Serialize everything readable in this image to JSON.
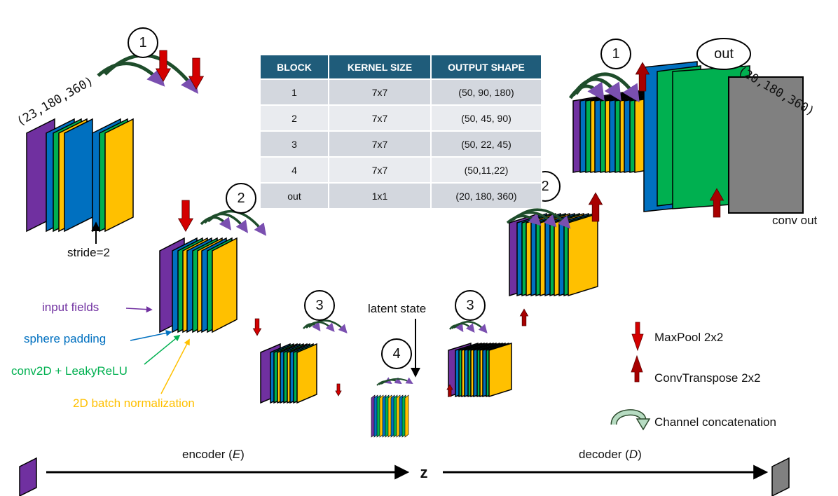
{
  "colors": {
    "input": "#7030a0",
    "padding": "#0070c0",
    "conv": "#00b050",
    "batchnorm": "#ffc000",
    "output": "#808080",
    "arrow_red": "#d40000",
    "concat_green": "#1e4d2b",
    "table_header": "#1f5c7a"
  },
  "table": {
    "headers": [
      "BLOCK",
      "KERNEL SIZE",
      "OUTPUT SHAPE"
    ],
    "rows": [
      [
        "1",
        "7x7",
        "(50, 90, 180)"
      ],
      [
        "2",
        "7x7",
        "(50, 45, 90)"
      ],
      [
        "3",
        "7x7",
        "(50, 22, 45)"
      ],
      [
        "4",
        "7x7",
        "(50,11,22)"
      ],
      [
        "out",
        "1x1",
        "(20, 180, 360)"
      ]
    ]
  },
  "encoder": {
    "input_shape": "(23,180,360)",
    "stride_label": "stride=2",
    "block_labels": [
      "1",
      "2",
      "3",
      "4"
    ]
  },
  "decoder": {
    "block_labels": [
      "1",
      "2",
      "3"
    ],
    "out_label": "out",
    "output_shape": "(20,180,360)",
    "conv_out_label": "conv out"
  },
  "layer_legend": {
    "input": "input fields",
    "padding": "sphere padding",
    "conv": "conv2D + LeakyReLU",
    "batchnorm": "2D batch normalization"
  },
  "op_legend": {
    "maxpool": "MaxPool 2x2",
    "convtranspose": "ConvTranspose 2x2",
    "concat": "Channel concatenation"
  },
  "latent_label": "latent state",
  "axis": {
    "encoder_label": "encoder (",
    "encoder_symbol": "E",
    "decoder_label": "decoder (",
    "decoder_symbol": "D",
    "close_paren": ")",
    "z_label": "z"
  }
}
